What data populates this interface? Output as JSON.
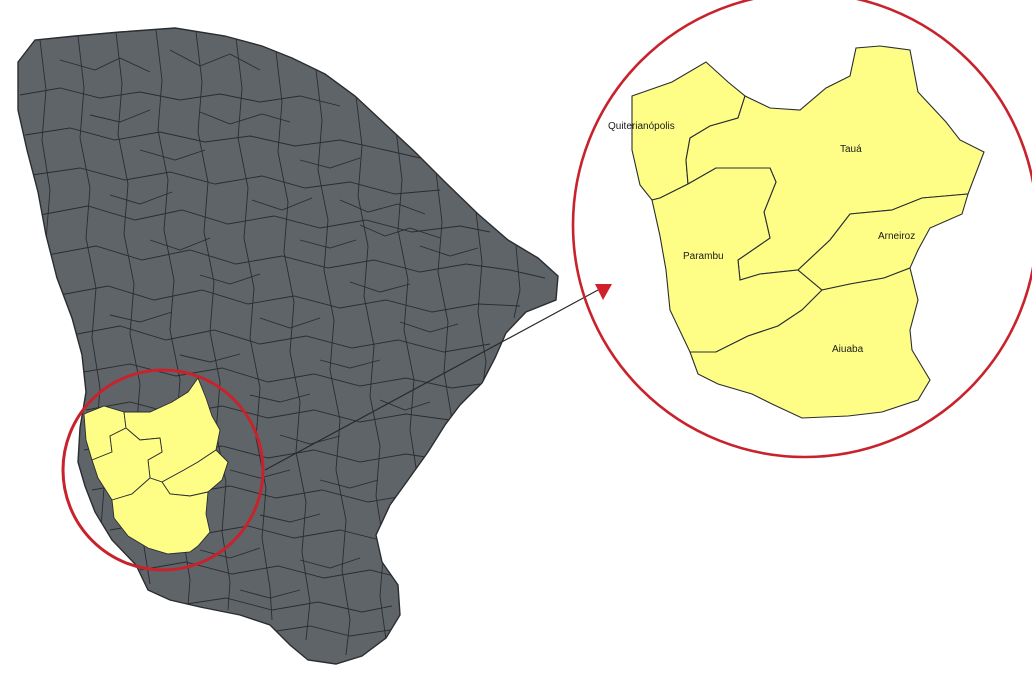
{
  "map": {
    "colors": {
      "background": "#ffffff",
      "state_fill": "#5f6468",
      "boundary": "#2a2d30",
      "highlight_fill": "#fefe87",
      "circle": "#c8232c",
      "arrow": "#2a2a2a",
      "arrowhead": "#d0202a"
    },
    "highlighted_municipalities": [
      {
        "id": "quiterianopolis",
        "name": "Quiterianópolis"
      },
      {
        "id": "taua",
        "name": "Tauá"
      },
      {
        "id": "parambu",
        "name": "Parambu"
      },
      {
        "id": "arneiroz",
        "name": "Arneiroz"
      },
      {
        "id": "aiuaba",
        "name": "Aiuaba"
      }
    ]
  }
}
